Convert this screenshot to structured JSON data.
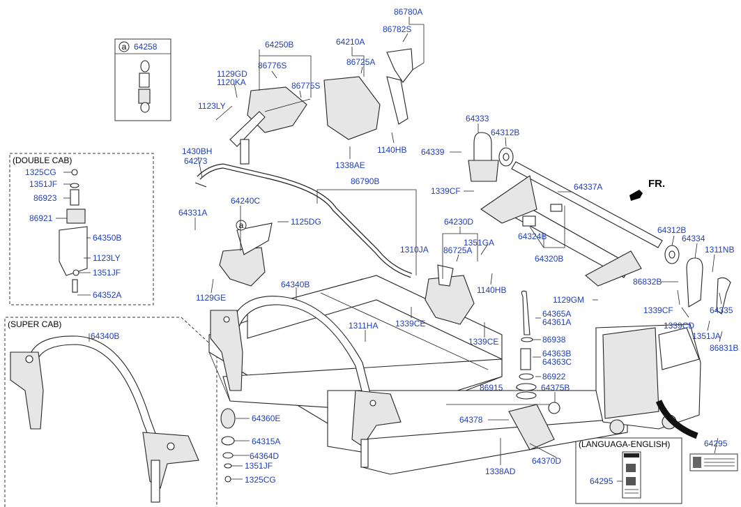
{
  "labels": {
    "p86780A": "86780A",
    "p86782S": "86782S",
    "p64250B": "64250B",
    "p64210A": "64210A",
    "p86725A_top": "86725A",
    "p86776S": "86776S",
    "p1129GD": "1129GD",
    "p1120KA": "1120KA",
    "p86775S": "86775S",
    "p1123LY_top": "1123LY",
    "p1140HB_top": "1140HB",
    "p1338AE": "1338AE",
    "p64333": "64333",
    "p64312B_top": "64312B",
    "p64339": "64339",
    "p1339CF_top": "1339CF",
    "p1430BH": "1430BH",
    "p64273": "64273",
    "p86790B": "86790B",
    "p64240C": "64240C",
    "p64331A": "64331A",
    "p1125DG": "1125DG",
    "p64337A": "64337A",
    "p64230D": "64230D",
    "p1351GA": "1351GA",
    "p86725A_mid": "86725A",
    "p64324B": "64324B",
    "p64320B": "64320B",
    "p64312B_right": "64312B",
    "p64334": "64334",
    "p1311NB": "1311NB",
    "p1310JA": "1310JA",
    "p1140HB_mid": "1140HB",
    "p86832B": "86832B",
    "p1129GM": "1129GM",
    "p1339CF_right": "1339CF",
    "p64335": "64335",
    "p1339CD": "1339CD",
    "p1351JA": "1351JA",
    "p86831B": "86831B",
    "p1129GE": "1129GE",
    "p64340B_main": "64340B",
    "p1339CE_a": "1339CE",
    "p1339CE_b": "1339CE",
    "p1311HA": "1311HA",
    "p64365A": "64365A",
    "p64361A": "64361A",
    "p86938": "86938",
    "p64363B": "64363B",
    "p64363C": "64363C",
    "p86922": "86922",
    "p86915": "86915",
    "p64375B": "64375B",
    "p64378": "64378",
    "p1338AD": "1338AD",
    "p64370D": "64370D",
    "p64360E": "64360E",
    "p64315A": "64315A",
    "p64364D": "64364D",
    "p1351JF_bot": "1351JF",
    "p1325CG_bot": "1325CG",
    "p64340B_super": "64340B",
    "p1325CG_dc": "1325CG",
    "p1351JF_dc": "1351JF",
    "p86923": "86923",
    "p86921": "86921",
    "p64350B": "64350B",
    "p1123LY_dc": "1123LY",
    "p1351JF_dc2": "1351JF",
    "p64352A": "64352A",
    "p64258": "64258",
    "p64295_right": "64295",
    "p64295_inset": "64295"
  },
  "headings": {
    "double_cab": "(DOUBLE CAB)",
    "super_cab": "(SUPER CAB)",
    "language": "(LANGUAGA-ENGLISH)",
    "front": "FR."
  },
  "markers": {
    "detail_a_box": "a",
    "detail_a_bracket": "a"
  },
  "colors": {
    "label": "#1f3fb8",
    "line": "#222222",
    "background": "#ffffff"
  }
}
